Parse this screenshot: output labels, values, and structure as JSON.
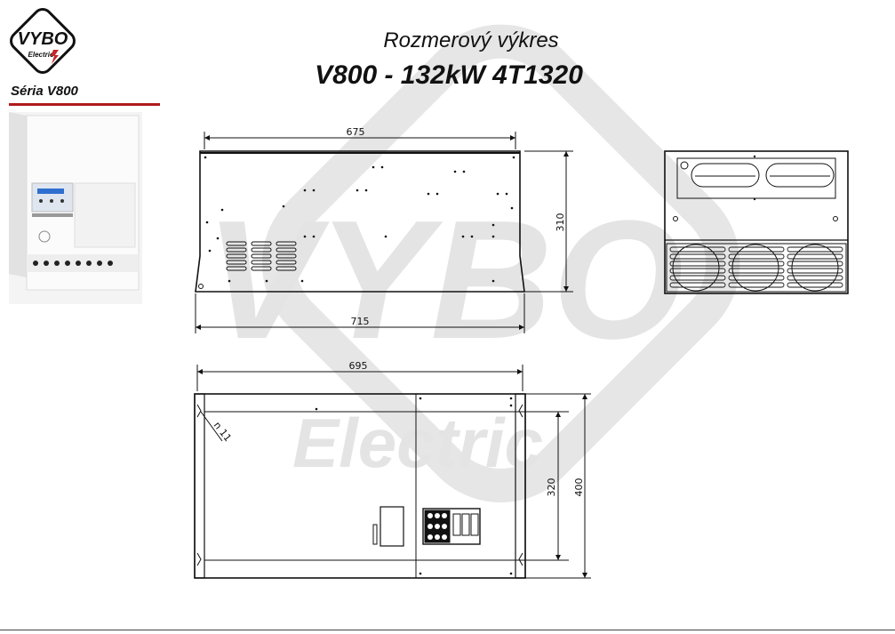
{
  "header": {
    "title": "Rozmerový výkres",
    "subtitle": "V800 - 132kW 4T1320"
  },
  "brand": {
    "logo_text": "VYBO",
    "logo_sub": "Electric",
    "watermark_text": "VYBO",
    "watermark_sub": "Electric",
    "accent_color": "#c0282a",
    "watermark_color": "#d9d9d9"
  },
  "series": {
    "label": "Séria V800"
  },
  "side_view": {
    "width_top": "675",
    "width_bottom": "715",
    "height": "310"
  },
  "top_view": {
    "width": "695",
    "hole": "n 11",
    "inner_height": "320",
    "outer_height": "400"
  },
  "icons": {
    "logo": "vybo-logo-icon",
    "product": "inverter-photo-icon"
  }
}
